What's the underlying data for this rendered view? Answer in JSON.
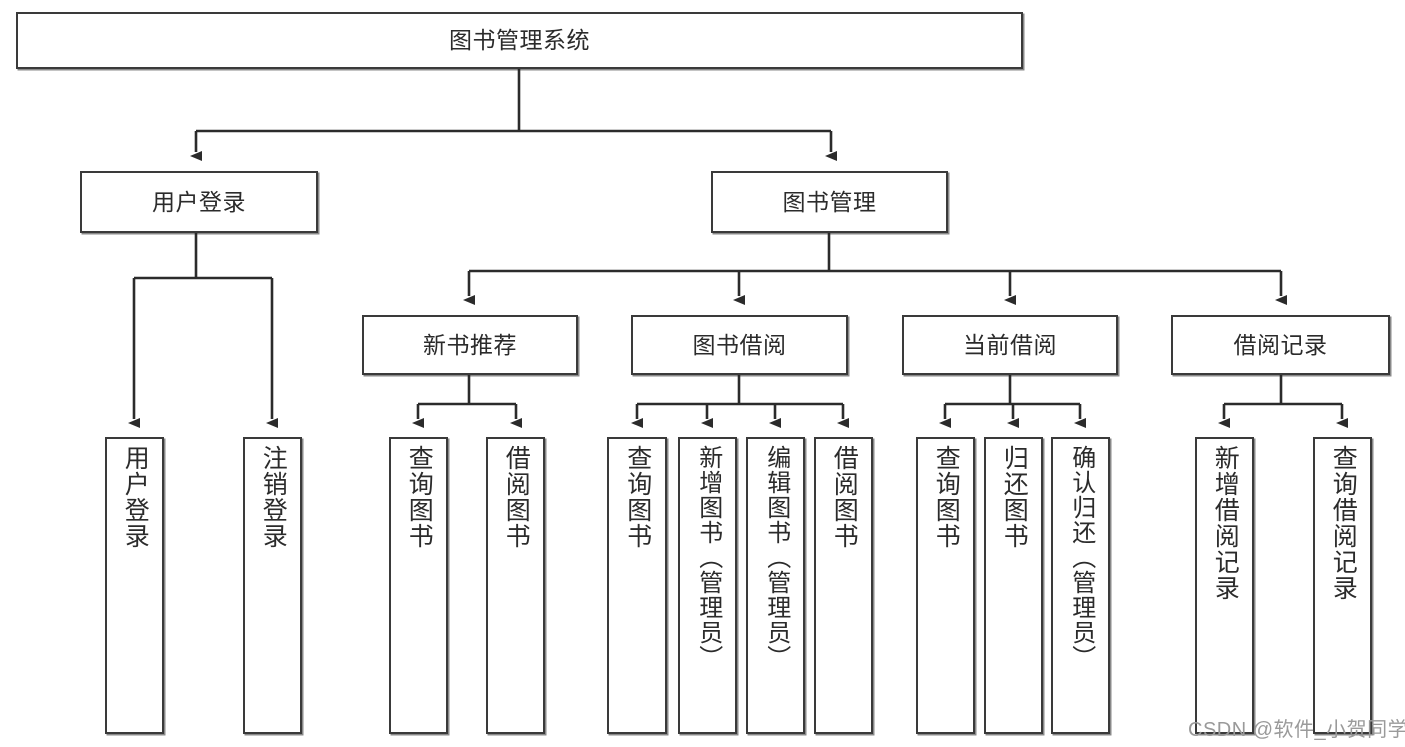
{
  "diagram": {
    "title": "图书管理系统",
    "type": "hierarchy-tree",
    "watermark": "CSDN @软件_小贺同学",
    "colors": {
      "box_border": "#3a3a3a",
      "box_fill": "#ffffff",
      "edge": "#2b2b2b",
      "text": "#2b2b2b",
      "watermark": "#9a9a9a"
    },
    "nodes": {
      "root": {
        "label": "图书管理系统"
      },
      "level2": [
        {
          "id": "user-login",
          "label": "用户登录"
        },
        {
          "id": "book-manage",
          "label": "图书管理"
        }
      ],
      "level3": [
        {
          "id": "new-book-recommend",
          "label": "新书推荐"
        },
        {
          "id": "book-borrow",
          "label": "图书借阅"
        },
        {
          "id": "current-borrow",
          "label": "当前借阅"
        },
        {
          "id": "borrow-record",
          "label": "借阅记录"
        }
      ],
      "leaves": {
        "user-login": [
          {
            "id": "leaf-user-login",
            "label": "用户登录"
          },
          {
            "id": "leaf-logout",
            "label": "注销登录"
          }
        ],
        "new-book-recommend": [
          {
            "id": "leaf-query-book-1",
            "label": "查询图书"
          },
          {
            "id": "leaf-borrow-book-1",
            "label": "借阅图书"
          }
        ],
        "book-borrow": [
          {
            "id": "leaf-query-book-2",
            "label": "查询图书"
          },
          {
            "id": "leaf-add-book",
            "label": "新增图书（管理员）"
          },
          {
            "id": "leaf-edit-book",
            "label": "编辑图书（管理员）"
          },
          {
            "id": "leaf-borrow-book-2",
            "label": "借阅图书"
          }
        ],
        "current-borrow": [
          {
            "id": "leaf-query-book-3",
            "label": "查询图书"
          },
          {
            "id": "leaf-return-book",
            "label": "归还图书"
          },
          {
            "id": "leaf-confirm-return",
            "label": "确认归还（管理员）"
          }
        ],
        "borrow-record": [
          {
            "id": "leaf-add-record",
            "label": "新增借阅记录"
          },
          {
            "id": "leaf-query-record",
            "label": "查询借阅记录"
          }
        ]
      }
    }
  }
}
